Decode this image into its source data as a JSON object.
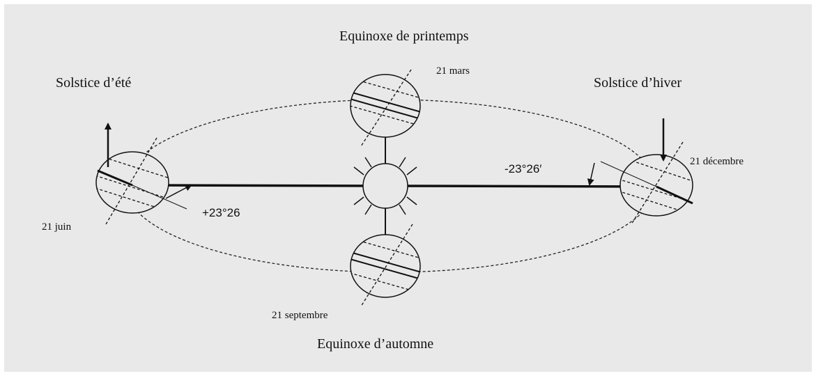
{
  "labels": {
    "equinoxe_printemps": "Equinoxe de  printemps",
    "equinoxe_automne": "Equinoxe d’automne",
    "solstice_ete": "Solstice d’été",
    "solstice_hiver": "Solstice d’hiver",
    "date_mars": "21 mars",
    "date_septembre": "21 septembre",
    "date_juin": "21 juin",
    "date_decembre": "21 décembre",
    "angle_positive": "+23°26",
    "angle_negative": "-23°26′"
  }
}
